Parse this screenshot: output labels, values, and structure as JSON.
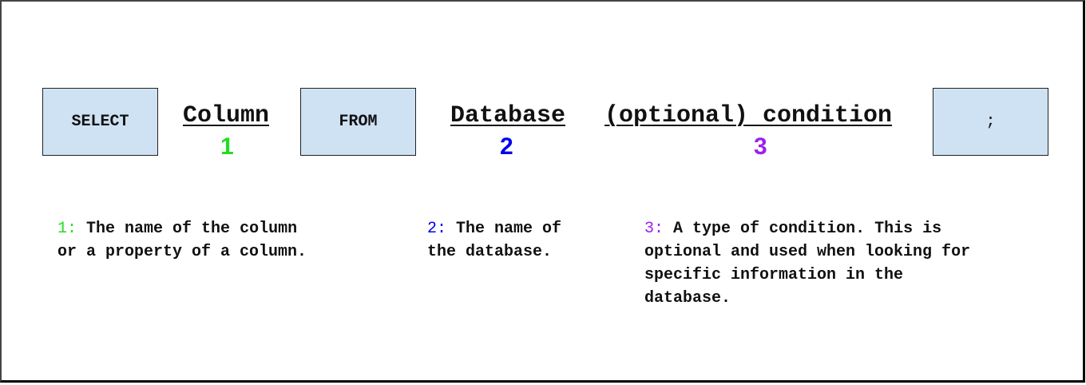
{
  "colors": {
    "box_fill": "#cfe2f3",
    "marker_1": "#22dd22",
    "marker_2": "#0000ee",
    "marker_3": "#9b1ff2"
  },
  "syntax": {
    "select_keyword": "SELECT",
    "column_term": "Column",
    "column_marker": "1",
    "from_keyword": "FROM",
    "database_term": "Database",
    "database_marker": "2",
    "condition_term": "(optional) condition",
    "condition_marker": "3",
    "terminator": ";"
  },
  "descriptions": [
    {
      "key": "1:",
      "text": "The name of the column\nor a property of a column."
    },
    {
      "key": "2:",
      "text": "The name of\nthe database."
    },
    {
      "key": "3:",
      "text": "A type of condition. This is\noptional and used when looking for\nspecific information in the\ndatabase."
    }
  ]
}
